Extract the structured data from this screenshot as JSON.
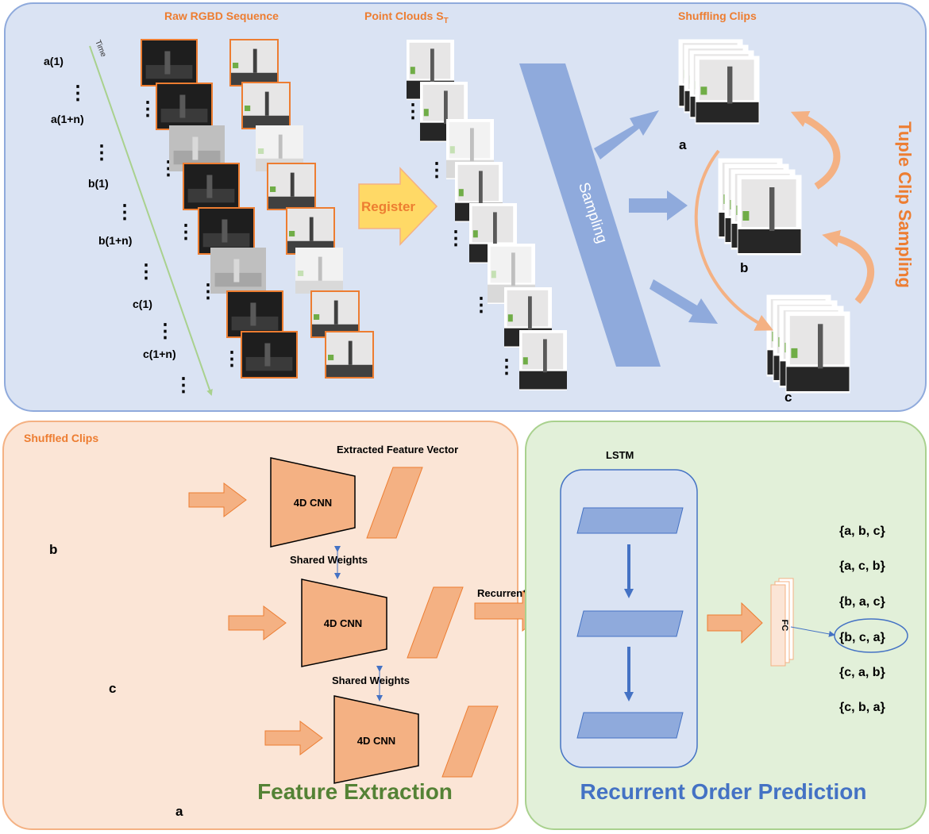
{
  "colors": {
    "top_panel_fill": "#dae3f3",
    "top_panel_stroke": "#8faadc",
    "left_panel_fill": "#fbe5d6",
    "left_panel_stroke": "#f4b183",
    "right_panel_fill": "#e2f0d9",
    "right_panel_stroke": "#a9d18e",
    "accent_orange": "#ed7d31",
    "accent_green": "#548235",
    "accent_blue": "#4472c4",
    "shape_orange": "#f4b183",
    "shape_blue": "#8faadc",
    "arrow_blue": "#4472c4",
    "register_yellow": "#ffd966"
  },
  "top": {
    "raw_title": "Raw RGBD Sequence",
    "pc_title": "Point Clouds S",
    "pc_subscript": "T",
    "shuffling_title": "Shuffling Clips",
    "time_label": "Time",
    "register_label": "Register",
    "sampling_label": "Sampling",
    "side_title": "Tuple Clip Sampling",
    "dots": "⋮",
    "frame_labels": [
      "a(1)",
      "a(1+n)",
      "b(1)",
      "b(1+n)",
      "c(1)",
      "c(1+n)"
    ],
    "clip_labels": [
      "a",
      "b",
      "c"
    ]
  },
  "left": {
    "title": "Shuffled Clips",
    "fev_label": "Extracted Feature Vector",
    "cnn_label": "4D CNN",
    "shared_label": "Shared Weights",
    "recurrent_label": "Recurrent",
    "clip_labels": [
      "b",
      "c",
      "a"
    ],
    "footer": "Feature Extraction"
  },
  "right": {
    "lstm_label": "LSTM",
    "fc_label": "FC",
    "orders": [
      "{a, b, c}",
      "{a, c, b}",
      "{b, a, c}",
      "{b, c, a}",
      "{c, a, b}",
      "{c, b, a}"
    ],
    "footer": "Recurrent Order Prediction"
  }
}
